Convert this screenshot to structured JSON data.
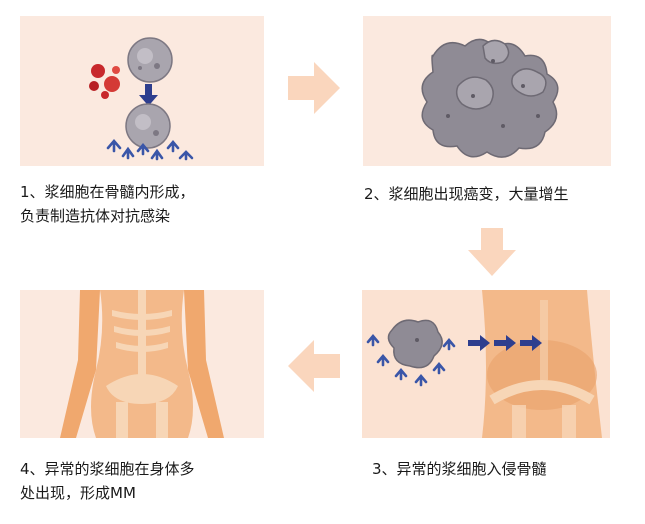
{
  "steps": [
    {
      "line1": "1、浆细胞在骨髓内形成，",
      "line2": "负责制造抗体对抗感染"
    },
    {
      "line1": "2、浆细胞出现癌变，大量增生"
    },
    {
      "line1": "3、异常的浆细胞入侵骨髓"
    },
    {
      "line1": "4、异常的浆细胞在身体多",
      "line2": "处出现，形成MM"
    }
  ],
  "colors": {
    "panel_bg": "#fbe9df",
    "flow_arrow": "#fad6bd",
    "cell": "#8f8b95",
    "antibody": "#3a56a8",
    "red_cell": "#c8282c",
    "skin": "#f0b27a"
  }
}
